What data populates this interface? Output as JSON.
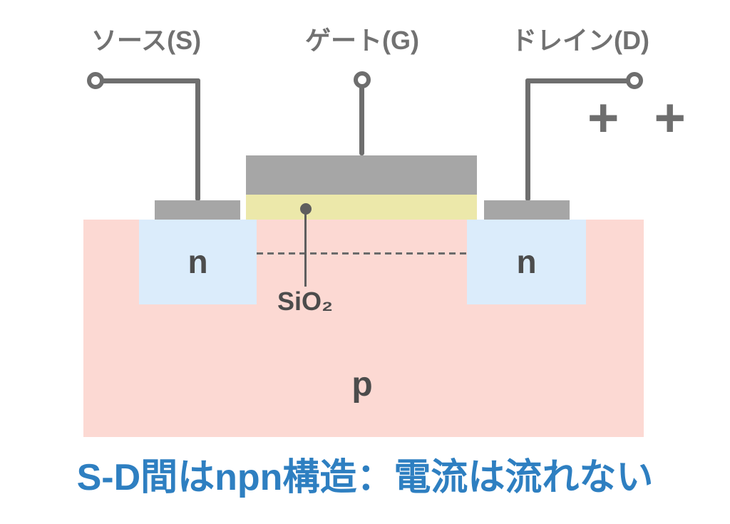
{
  "colors": {
    "substrate_pink": "#fcd9d3",
    "n_region_blue": "#dbecfb",
    "oxide_yellow": "#ece8aa",
    "electrode_gray": "#a6a6a6",
    "wire_gray": "#6e6e6e",
    "terminal_label_gray": "#717171",
    "region_label_gray": "#4c4c4c",
    "caption_blue": "#2e7fc1"
  },
  "terminals": {
    "source": {
      "label": "ソース(S)"
    },
    "gate": {
      "label": "ゲート(G)"
    },
    "drain": {
      "label": "ドレイン(D)",
      "bias_symbols": "+ +"
    }
  },
  "structure": {
    "source_well_label": "n",
    "drain_well_label": "n",
    "substrate_label": "p",
    "oxide_label": "SiO₂"
  },
  "caption": {
    "text": "S-D間はnpn構造：電流は流れない"
  }
}
